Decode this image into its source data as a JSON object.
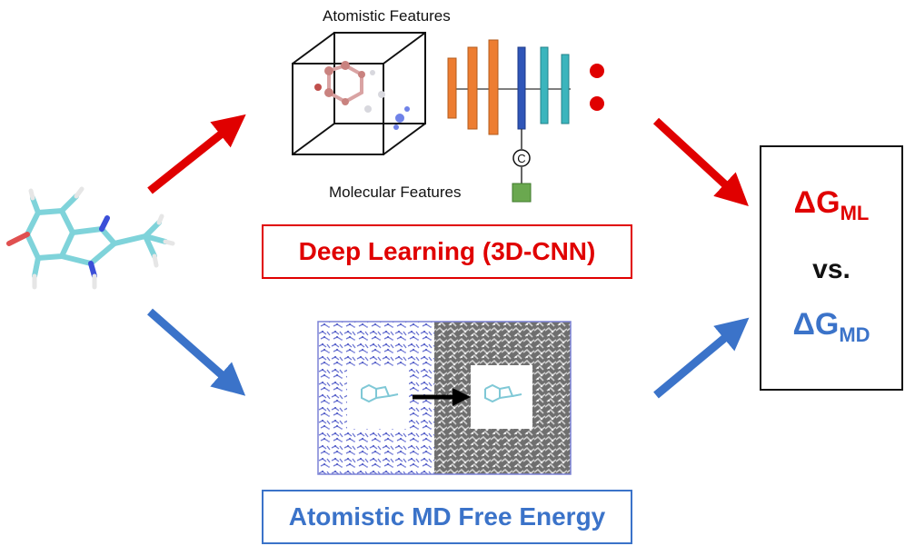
{
  "labels": {
    "atomistic_features": "Atomistic Features",
    "molecular_features": "Molecular Features",
    "concat_symbol": "C"
  },
  "boxes": {
    "deep_learning": "Deep Learning (3D-CNN)",
    "md_free_energy": "Atomistic MD Free Energy"
  },
  "result": {
    "delta": "ΔG",
    "ml_sub": "ML",
    "vs": "vs.",
    "md_sub": "MD"
  },
  "colors": {
    "red": "#e00000",
    "blue": "#3b73c9",
    "orange": "#ed7d31",
    "dark_blue": "#2f55b8",
    "teal": "#3bb5bd",
    "green": "#6aa84f",
    "solvent_blue": "#7b82d6",
    "solvent_gray": "#8c8c8c"
  }
}
